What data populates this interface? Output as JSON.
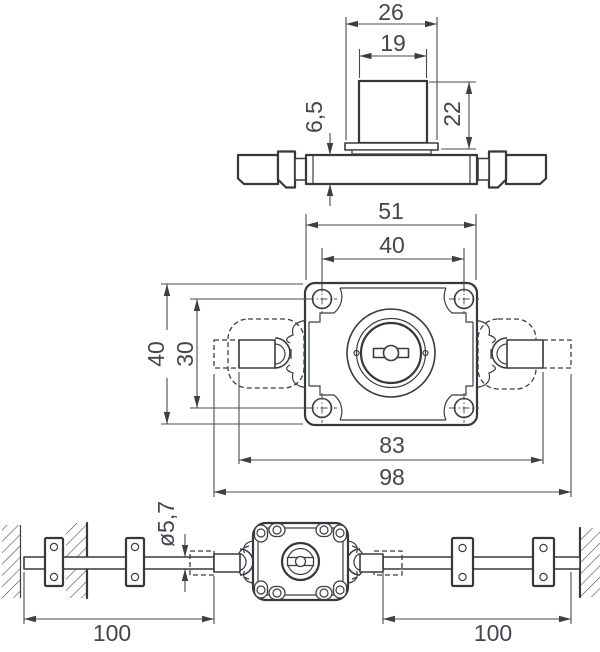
{
  "style": {
    "background": "#ffffff",
    "line_color": "#35383d",
    "dimension_line_color": "#46494f",
    "text_color": "#43464c"
  },
  "views": {
    "side_view": {
      "dim_flange_width": "26",
      "dim_plug_width": "19",
      "dim_cylinder_height": "22",
      "dim_case_thickness": "6,5"
    },
    "plan_view": {
      "dim_body_width": "51",
      "dim_hole_pitch_h": "40",
      "dim_body_height": "40",
      "dim_hole_pitch_v": "30",
      "dim_span_retracted": "83",
      "dim_span_extended": "98"
    },
    "installation_view": {
      "dim_rod_diameter": "ø5,7",
      "dim_rod_length_left": "100",
      "dim_rod_length_right": "100"
    }
  }
}
